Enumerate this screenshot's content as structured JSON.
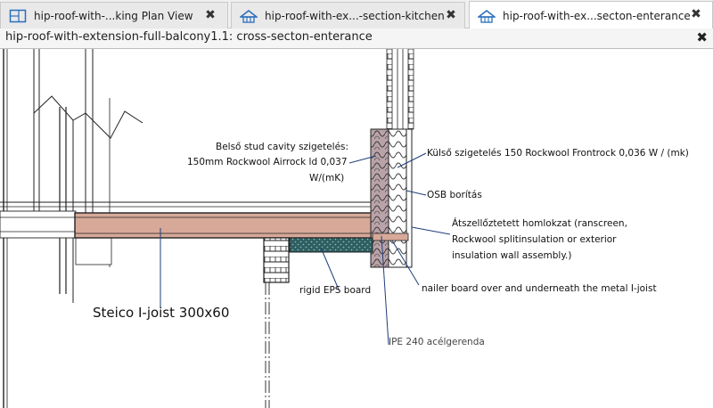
{
  "tabs": [
    {
      "label": "hip-roof-with-...king Plan View",
      "icon": "floor-plan-icon",
      "close": "✖"
    },
    {
      "label": "hip-roof-with-ex...-section-kitchen",
      "icon": "section-view-icon",
      "close": "✖"
    },
    {
      "label": "hip-roof-with-ex...secton-enterance",
      "icon": "section-view-icon",
      "close": "✖",
      "active": true
    }
  ],
  "view": {
    "title": "hip-roof-with-extension-full-balcony1.1: cross-secton-enterance",
    "close": "✖"
  },
  "annotations": {
    "inner_insulation_l1": "Belső stud cavity szigetelés:",
    "inner_insulation_l2": "150mm Rockwool Airrock ld 0,037",
    "inner_insulation_l3": "W/(mK)",
    "outer_insulation": "Külső szigetelés 150 Rockwool Frontrock 0,036 W / (mk)",
    "osb": "OSB borítás",
    "facade_l1": "Átszellőztetett homlokzat (ranscreen,",
    "facade_l2": "Rockwool splitinsulation or exterior",
    "facade_l3": "insulation wall assembly.)",
    "eps": "rigid EPS board",
    "nailer": "nailer board over and underneath the metal I-joist",
    "ipe": "IPE 240 acélgerenda",
    "joist": "Steico I-joist 300x60"
  },
  "colors": {
    "joist_fill": "#d7a999",
    "insulation_fill": "#b9a3a8",
    "eps_fill": "#2f5f60",
    "leader_line": "#1f3f7a"
  }
}
